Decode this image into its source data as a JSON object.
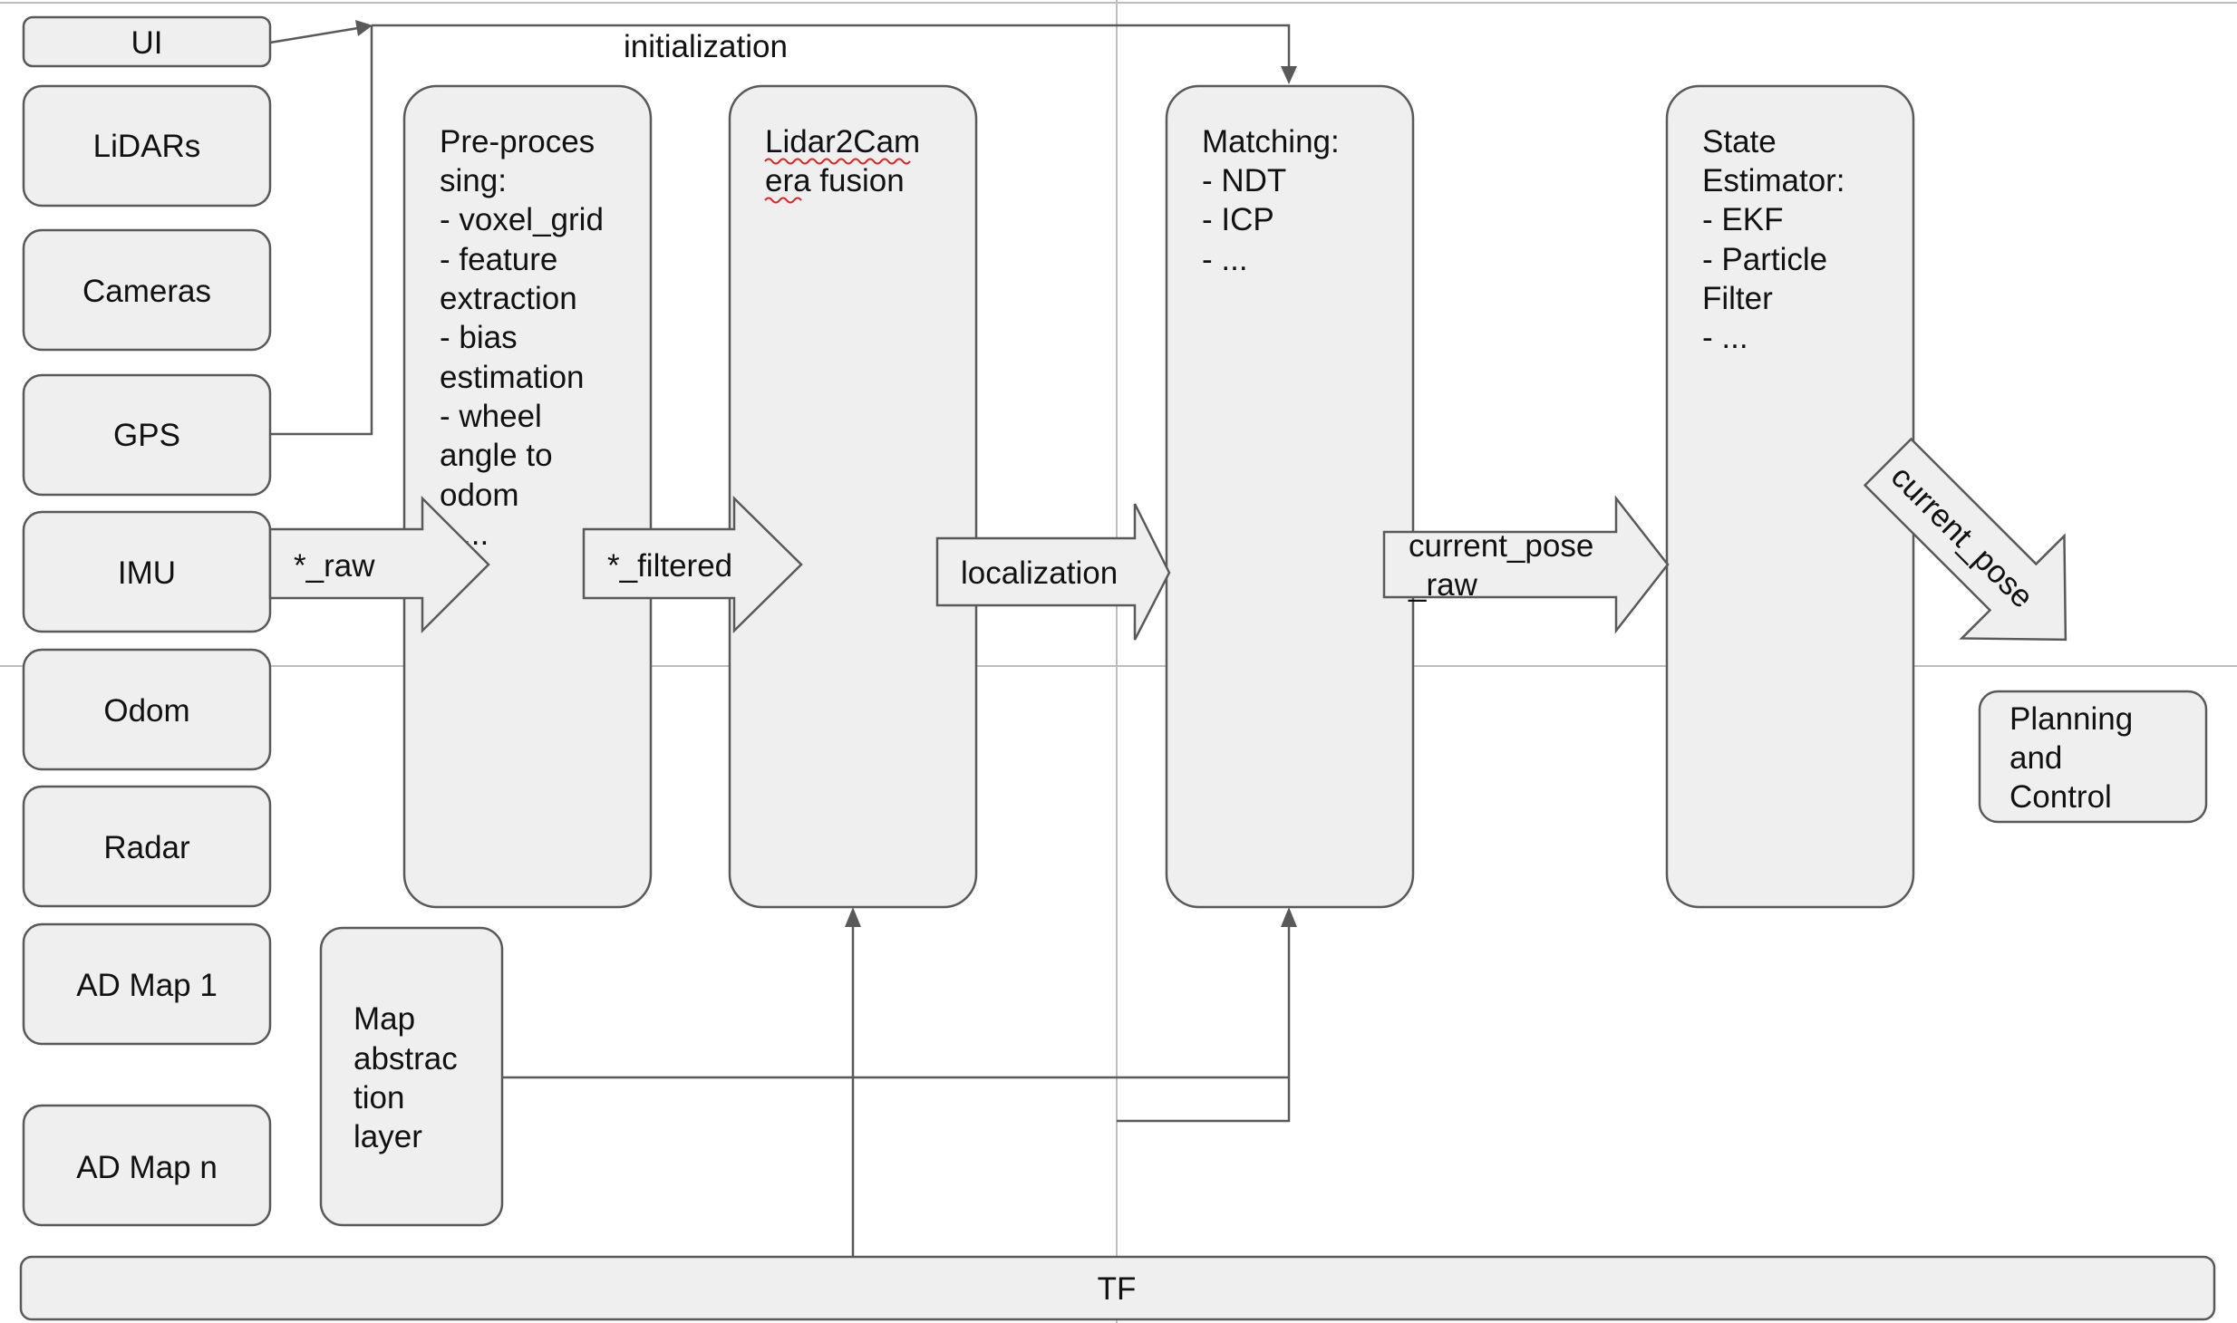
{
  "sources": {
    "ui": "UI",
    "lidars": "LiDARs",
    "cameras": "Cameras",
    "gps": "GPS",
    "imu": "IMU",
    "odom": "Odom",
    "radar": "Radar",
    "ad_map_1": "AD Map 1",
    "ad_map_n": "AD Map n"
  },
  "stages": {
    "preprocessing": {
      "lines": [
        "Pre-proces",
        "sing:",
        "- voxel_grid",
        "- feature",
        "extraction",
        "- bias",
        "estimation",
        "- wheel",
        "angle to",
        "odom",
        "..."
      ]
    },
    "fusion": {
      "lines": [
        "Lidar2Cam",
        "era fusion"
      ]
    },
    "matching": {
      "lines": [
        "Matching:",
        "- NDT",
        "- ICP",
        "- ..."
      ]
    },
    "state_estimator": {
      "lines": [
        "State",
        "Estimator:",
        "- EKF",
        "- Particle",
        "Filter",
        "- ..."
      ]
    },
    "map_abstraction": {
      "lines": [
        "Map",
        "abstrac",
        "tion",
        "layer"
      ]
    },
    "planning": {
      "lines": [
        "Planning",
        "and",
        "Control"
      ]
    },
    "tf": "TF"
  },
  "flows": {
    "initialization": "initialization",
    "raw": "*_raw",
    "filtered": "*_filtered",
    "localization": "localization",
    "current_pose_raw": [
      "current_pose",
      "_raw"
    ],
    "current_pose": "current_pose"
  },
  "colors": {
    "box_fill": "#efefef",
    "stroke": "#595959",
    "spellcheck": "#dd2222"
  }
}
